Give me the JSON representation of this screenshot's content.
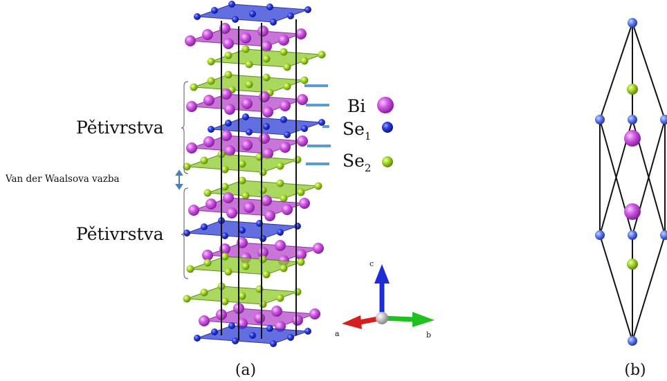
{
  "panel_a": {
    "layer_label_top": "Pětivrstva",
    "layer_label_bottom": "Pětivrstva",
    "gap_label": "Van der Waalsova vazba",
    "legend": [
      {
        "name": "Bi",
        "color": "#c43fd8"
      },
      {
        "name": "Se",
        "sub": "1",
        "color": "#1f2fd0"
      },
      {
        "name": "Se",
        "sub": "2",
        "color": "#9ccd20"
      }
    ],
    "axes": {
      "a": "a",
      "b": "b",
      "c": "c"
    },
    "caption": "(a)",
    "colors": {
      "plane_blue": "#2f3fd6",
      "plane_green": "#8ecb2a",
      "plane_purple": "#b447c9",
      "cell_edge": "#111111",
      "legend_bar": "#5a9bd5"
    }
  },
  "panel_b": {
    "caption": "(b)"
  }
}
